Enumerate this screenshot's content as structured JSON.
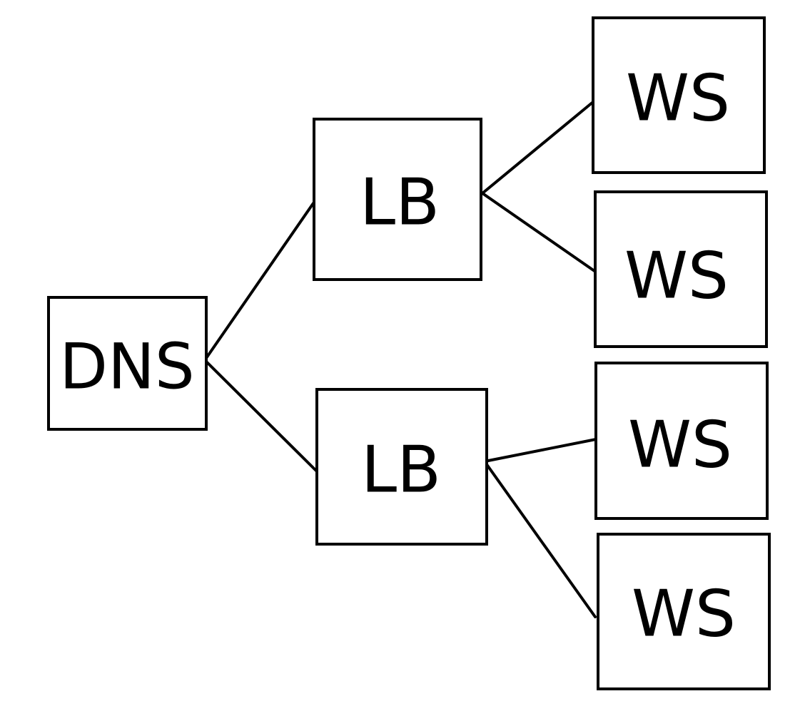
{
  "diagram": {
    "nodes": {
      "dns": {
        "label": "DNS"
      },
      "lb_top": {
        "label": "LB"
      },
      "lb_bottom": {
        "label": "LB"
      },
      "ws_1": {
        "label": "WS"
      },
      "ws_2": {
        "label": "WS"
      },
      "ws_3": {
        "label": "WS"
      },
      "ws_4": {
        "label": "WS"
      }
    },
    "edges": [
      {
        "from": "dns",
        "to": "lb_top"
      },
      {
        "from": "dns",
        "to": "lb_bottom"
      },
      {
        "from": "lb_top",
        "to": "ws_1"
      },
      {
        "from": "lb_top",
        "to": "ws_2"
      },
      {
        "from": "lb_bottom",
        "to": "ws_3"
      },
      {
        "from": "lb_bottom",
        "to": "ws_4"
      }
    ],
    "colors": {
      "stroke": "#000000",
      "fill": "#ffffff",
      "background": "#ffffff"
    }
  }
}
